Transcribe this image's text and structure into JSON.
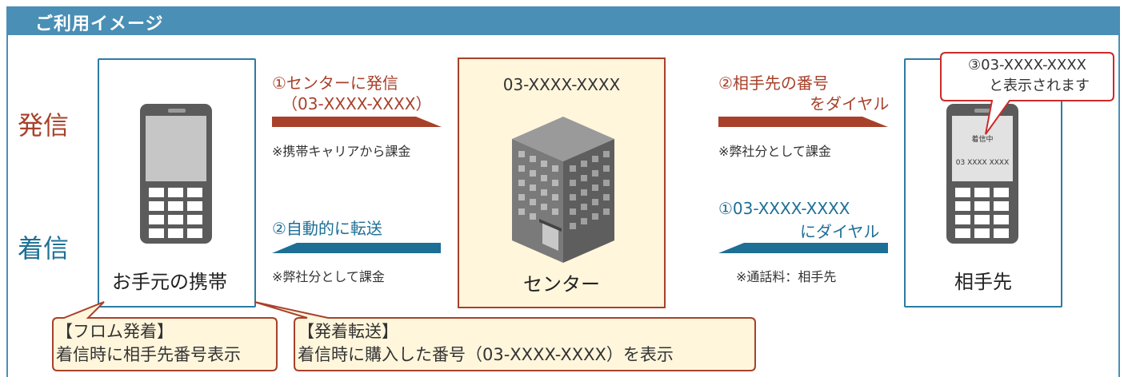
{
  "header": {
    "title": "ご利用イメージ"
  },
  "rows": {
    "outgoing": "発信",
    "incoming": "着信"
  },
  "left_box": {
    "label": "お手元の携帯"
  },
  "center_box": {
    "number": "03-XXXX-XXXX",
    "label": "センター"
  },
  "right_box": {
    "label": "相手先",
    "phone_screen_status": "着信中",
    "phone_screen_number": "03 XXXX XXXX"
  },
  "arrows": {
    "out_left": {
      "line1": "①センターに発信",
      "line2": "（03-XXXX-XXXX）",
      "note": "※携帯キャリアから課金"
    },
    "out_right": {
      "line1": "②相手先の番号",
      "line2": "をダイヤル",
      "note": "※弊社分として課金"
    },
    "in_left": {
      "line1": "②自動的に転送",
      "note": "※弊社分として課金"
    },
    "in_right": {
      "line1": "①03-XXXX-XXXX",
      "line2": "にダイヤル",
      "note": "※通話料：相手先"
    }
  },
  "callout_top": {
    "line1": "③03-XXXX-XXXX",
    "line2": "と表示されます"
  },
  "callout_from": {
    "line1": "【フロム発着】",
    "line2": "着信時に相手先番号表示"
  },
  "callout_transfer": {
    "line1": "【発着転送】",
    "line2": "着信時に購入した番号（03-XXXX-XXXX）を表示"
  },
  "colors": {
    "frame": "#4a8fb5",
    "outgoing": "#a8412a",
    "incoming": "#1d6f96",
    "callout_fill": "#fff6dc"
  },
  "icons": [
    "mobile-phone-icon",
    "office-building-icon",
    "arrow-right-icon",
    "arrow-left-icon"
  ]
}
